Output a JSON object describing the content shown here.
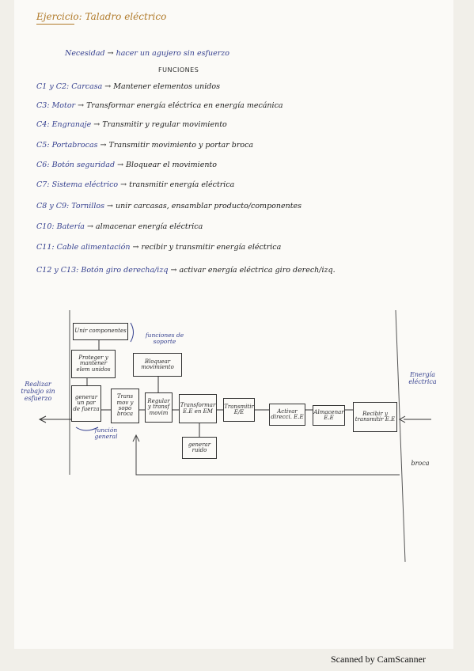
{
  "title": "Ejercicio: Taladro eléctrico",
  "need": {
    "label": "Necesidad",
    "text": "hacer un agujero sin esfuerzo"
  },
  "functions_heading": "FUNCIONES",
  "functions": [
    {
      "code": "C1 y C2",
      "part": "Carcasa",
      "action": "Mantener elementos unidos"
    },
    {
      "code": "C3",
      "part": "Motor",
      "action": "Transformar energía eléctrica en energía mecánica"
    },
    {
      "code": "C4",
      "part": "Engranaje",
      "action": "Transmitir y regular movimiento"
    },
    {
      "code": "C5",
      "part": "Portabrocas",
      "action": "Transmitir movimiento y portar broca"
    },
    {
      "code": "C6",
      "part": "Botón seguridad",
      "action": "Bloquear el movimiento"
    },
    {
      "code": "C7",
      "part": "Sistema eléctrico",
      "action": "transmitir energía eléctrica"
    },
    {
      "code": "C8 y C9",
      "part": "Tornillos",
      "action": "unir carcasas, ensamblar producto/componentes"
    },
    {
      "code": "C10",
      "part": "Batería",
      "action": "almacenar energía eléctrica"
    },
    {
      "code": "C11",
      "part": "Cable alimentación",
      "action": "recibir y transmitir energía eléctrica"
    },
    {
      "code": "C12 y C13",
      "part": "Botón giro derecha/izq",
      "action": "activar energía eléctrica giro derech/izq."
    }
  ],
  "diagram": {
    "boxes": {
      "unir": "Unir componentes",
      "proteger": "Proteger y mantener elem unidos",
      "bloquear": "Bloquear movimiento",
      "generar_par": "generar un par de fuerza",
      "trans_mov": "Trans mov y sopo broca",
      "regular": "Regular y transf movim",
      "transformar": "Transformar E.E en EM",
      "transmitir": "Transmitir E/E",
      "activar": "Activar direcci. E.E",
      "almacenar": "Almacenar E.E",
      "recibir": "Recibir y transmitir E.E",
      "ruido": "generar ruido"
    },
    "labels": {
      "soporte": "funciones de soporte",
      "general": "función general",
      "left_output": "Realizar trabajo sin esfuerzo",
      "right_input": "Energía eléctrica",
      "broca": "broca"
    }
  },
  "footer": "Scanned by CamScanner"
}
